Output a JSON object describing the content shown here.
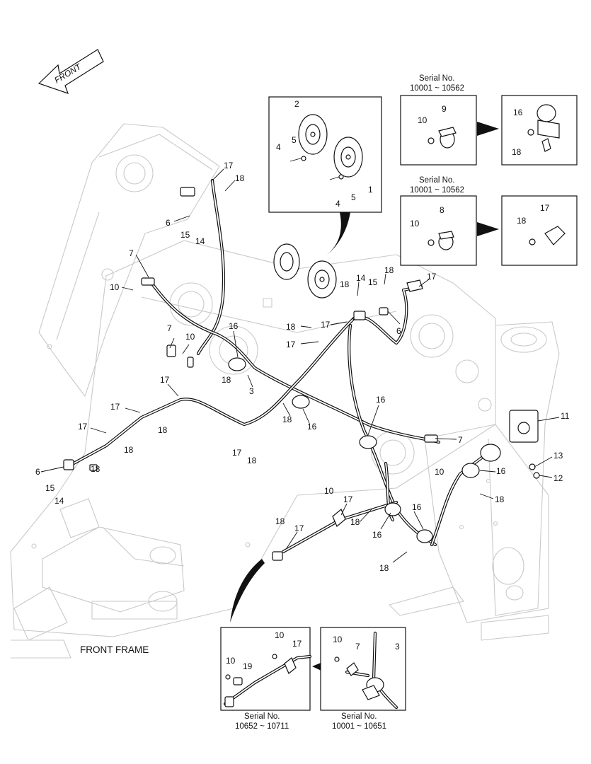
{
  "front_arrow": {
    "label": "FRONT"
  },
  "frame_label": "FRONT FRAME",
  "insets": {
    "top_left_serial": {
      "title": "Serial No.",
      "range": "10001 ~ 10562"
    },
    "mid_left_serial": {
      "title": "Serial No.",
      "range": "10001 ~ 10562"
    },
    "bottom_left_serial": {
      "title": "Serial No.",
      "range": "10652 ~ 10711"
    },
    "bottom_right_serial": {
      "title": "Serial No.",
      "range": "10001 ~ 10651"
    }
  },
  "callouts": {
    "horn_inset": [
      "2",
      "4",
      "5",
      "5",
      "4",
      "1"
    ],
    "serial_inset_1a": [
      "10",
      "9"
    ],
    "serial_inset_1b": [
      "16",
      "18"
    ],
    "serial_inset_2a": [
      "10",
      "8"
    ],
    "serial_inset_2b": [
      "18",
      "17"
    ],
    "main": [
      "17",
      "18",
      "6",
      "15",
      "14",
      "7",
      "10",
      "14",
      "18",
      "15",
      "17",
      "18",
      "7",
      "10",
      "16",
      "18",
      "17",
      "17",
      "18",
      "3",
      "6",
      "17",
      "17",
      "17",
      "18",
      "18",
      "18",
      "6",
      "15",
      "14",
      "16",
      "18",
      "16",
      "7",
      "11",
      "13",
      "12",
      "10",
      "16",
      "17",
      "18",
      "18",
      "10",
      "17",
      "16",
      "16",
      "18",
      "17",
      "18",
      "18"
    ],
    "bottom_left_inset": [
      "10",
      "17",
      "10",
      "19"
    ],
    "bottom_right_inset": [
      "10",
      "7",
      "3"
    ]
  }
}
